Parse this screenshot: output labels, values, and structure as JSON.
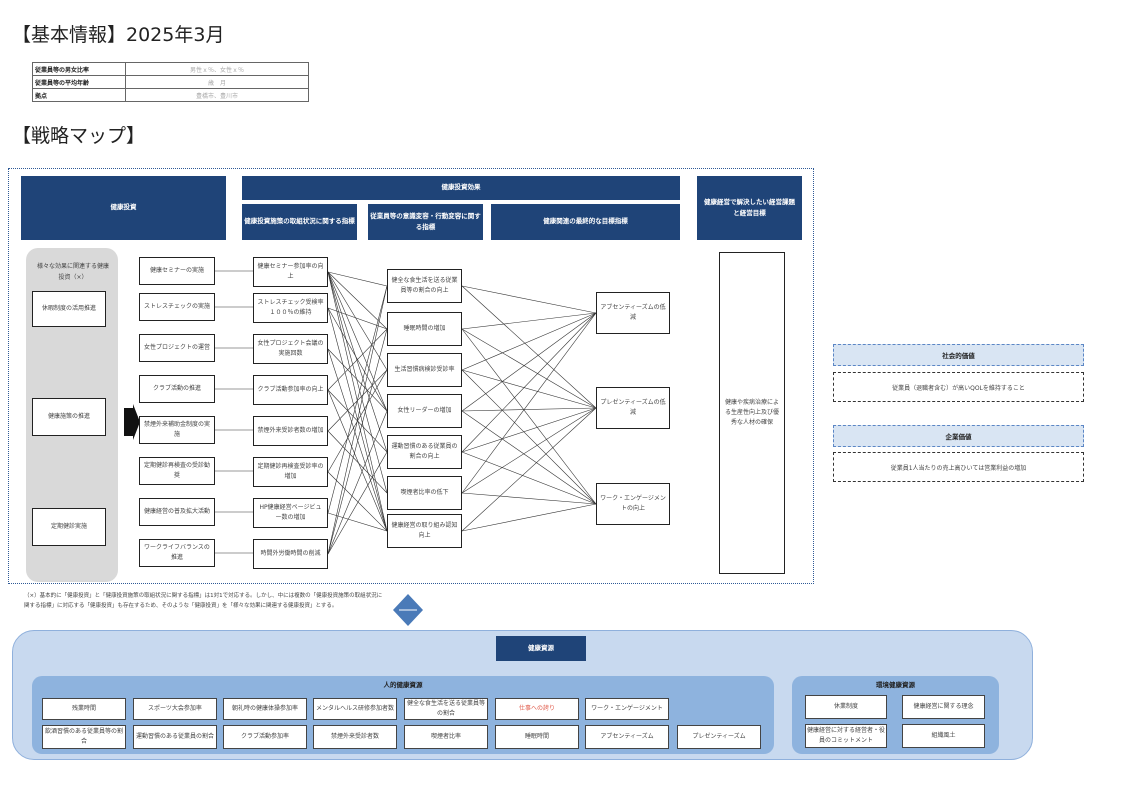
{
  "basic": {
    "title": "【基本情報】2025年3月",
    "rows": [
      {
        "label": "従業員等の男女比率",
        "value": "男性ｘ％、女性ｘ％"
      },
      {
        "label": "従業員等の平均年齢",
        "value": "歳　月"
      },
      {
        "label": "拠点",
        "value": "豊橋市、豊川市"
      }
    ]
  },
  "strategy": {
    "title": "【戦略マップ】",
    "headers": {
      "investment": "健康投資",
      "effect": "健康投資効果",
      "indicator": "健康投資施策の取組状況に関する指標",
      "awareness": "従業員等の意識変容・行動変容に関する指標",
      "final": "健康関連の最終的な目標指標",
      "issue": "健康経営で解決したい経営課題と経営目標"
    },
    "gray": {
      "title": "様々な効果に関連する健康投資（×）",
      "items": [
        "休暇制度の活用推進",
        "健康施策の推進",
        "定期健診実施"
      ]
    },
    "investments": [
      "健康セミナーの実施",
      "ストレスチェックの実施",
      "女性プロジェクトの運営",
      "クラブ活動の推進",
      "禁煙外来補助金制度の実施",
      "定期健診再検査の受診勧奨",
      "健康経営の普及拡大活動",
      "ワークライフバランスの推進"
    ],
    "indicators": [
      "健康セミナー参加率の向上",
      "ストレスチェック受検率１００％の維持",
      "女性プロジェクト会議の実施回数",
      "クラブ活動参加率の向上",
      "禁煙外来受診者数の増加",
      "定期健診再検査受診率の増加",
      "HP健康経営ページビュー数の増加",
      "時間外労働時間の削減"
    ],
    "awareness": [
      "健全な食生活を送る従業員等の割合の向上",
      "睡眠時間の増加",
      "生活習慣病検診受診率",
      "女性リーダーの増加",
      "運動習慣のある従業員の割合の向上",
      "喫煙者比率の低下",
      "健康経営の取り組み認知向上"
    ],
    "finals": [
      "アブセンティーズムの低減",
      "プレゼンティーズムの低減",
      "ワーク・エンゲージメントの向上"
    ],
    "goal": "健康や疾病治療による生産性向上及び優秀な人材の確保",
    "note": "（×）基本的に「健康投資」と「健康投資施策の取組状況に関する指標」は1対1で対応する。しかし、中には複数の「健康投資施策の取組状況に関する指標」に対応する「健康投資」も存在するため、そのような「健康投資」を「様々な効果に関連する健康投資」とする。"
  },
  "values": {
    "social_title": "社会的価値",
    "social_text": "従業員（退職者含む）が高いQOLを維持すること",
    "corporate_title": "企業価値",
    "corporate_text": "従業員1人当たりの売上高ひいては営業利益の増加"
  },
  "resources": {
    "title": "健康資源",
    "human_title": "人的健康資源",
    "human": [
      "残業時間",
      "スポーツ大会参加率",
      "朝礼時の健康体操参加率",
      "メンタルヘルス研修参加者数",
      "健全な食生活を送る従業員等の割合",
      "仕事への誇り",
      "ワーク・エンゲージメント",
      "飲酒習慣のある従業員等の割合",
      "運動習慣のある従業員の割合",
      "クラブ活動参加率",
      "禁煙外来受診者数",
      "喫煙者比率",
      "睡眠時間",
      "アブセンティーズム",
      "プレゼンティーズム"
    ],
    "env_title": "環境健康資源",
    "env": [
      "休業制度",
      "健康経営に関する理念",
      "健康経営に対する経営者・役員のコミットメント",
      "組織風土"
    ]
  },
  "colors": {
    "navy": "#1f4478",
    "highlight": "#e05a4a",
    "resource_bg": "#c8d9ef",
    "sub_bg": "#8eb3de"
  }
}
